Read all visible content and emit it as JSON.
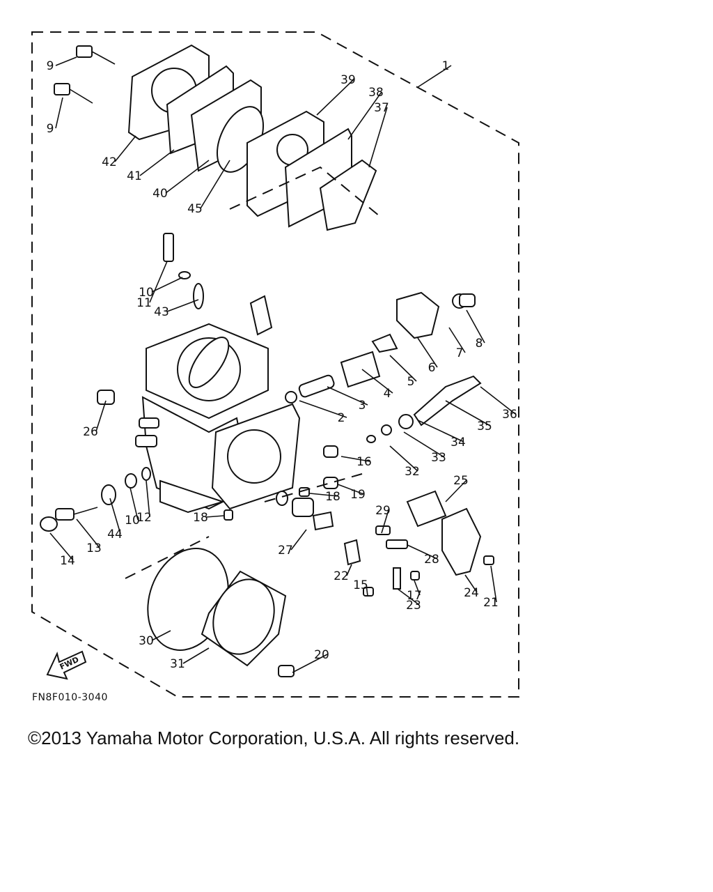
{
  "diagram_code": "FN8F010-3040",
  "copyright": "©2013 Yamaha Motor Corporation, U.S.A. All rights reserved.",
  "fwd_label": "FWD",
  "callouts": [
    "1",
    "2",
    "3",
    "4",
    "5",
    "6",
    "7",
    "8",
    "9",
    "9",
    "10",
    "10",
    "11",
    "12",
    "13",
    "14",
    "15",
    "16",
    "17",
    "18",
    "18",
    "19",
    "20",
    "21",
    "22",
    "23",
    "24",
    "25",
    "26",
    "27",
    "28",
    "29",
    "30",
    "31",
    "32",
    "33",
    "34",
    "35",
    "36",
    "37",
    "38",
    "39",
    "40",
    "41",
    "42",
    "43",
    "44",
    "45"
  ]
}
